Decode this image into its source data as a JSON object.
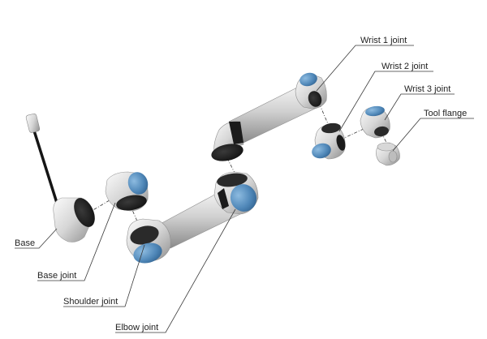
{
  "labels": {
    "wrist1": "Wrist 1 joint",
    "wrist2": "Wrist 2 joint",
    "wrist3": "Wrist 3 joint",
    "tool_flange": "Tool flange",
    "base": "Base",
    "base_joint": "Base joint",
    "shoulder_joint": "Shoulder joint",
    "elbow_joint": "Elbow joint"
  },
  "colors": {
    "joint_cap": "#4f87b8",
    "joint_cap_light": "#7fb0d8",
    "metal_light": "#f2f2f2",
    "metal_dark": "#9a9a9a",
    "black_ring": "#1b1b1b"
  }
}
